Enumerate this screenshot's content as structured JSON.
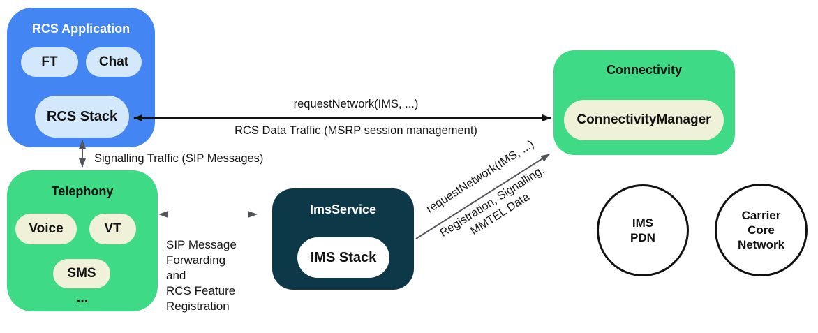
{
  "colors": {
    "canvas_bg": "#ffffff",
    "blue": "#4385f3",
    "light_blue": "#d3e8fa",
    "green": "#3eda86",
    "cream": "#eff2d8",
    "navy": "#0c3847",
    "pill_white": "#ffffff",
    "text_dark": "#121212",
    "text_light": "#ffffff",
    "arrow_black": "#111111",
    "arrow_gray": "#53565a",
    "circle_stroke": "#111111"
  },
  "rcs_application": {
    "title": "RCS Application",
    "pill_ft": "FT",
    "pill_chat": "Chat",
    "pill_rcs_stack": "RCS Stack"
  },
  "telephony": {
    "title": "Telephony",
    "pill_voice": "Voice",
    "pill_vt": "VT",
    "pill_sms": "SMS",
    "more": "..."
  },
  "ims_service": {
    "title": "ImsService",
    "pill_ims_stack": "IMS Stack"
  },
  "connectivity": {
    "title": "Connectivity",
    "pill_connectivity_manager": "ConnectivityManager"
  },
  "clouds": {
    "ims_pdn": "IMS\nPDN",
    "carrier_core_network": "Carrier\nCore\nNetwork"
  },
  "edge_labels": {
    "request_network_horizontal": "requestNetwork(IMS, ...)",
    "rcs_data_traffic": "RCS Data Traffic (MSRP session management)",
    "signalling_traffic": "Signalling Traffic (SIP Messages)",
    "sip_forwarding": "SIP Message\nForwarding\nand\nRCS Feature\nRegistration",
    "request_network_diagonal": "requestNetwork(IMS, ...)",
    "registration_signalling": "Registration, Signalling,\nMMTEL Data"
  }
}
